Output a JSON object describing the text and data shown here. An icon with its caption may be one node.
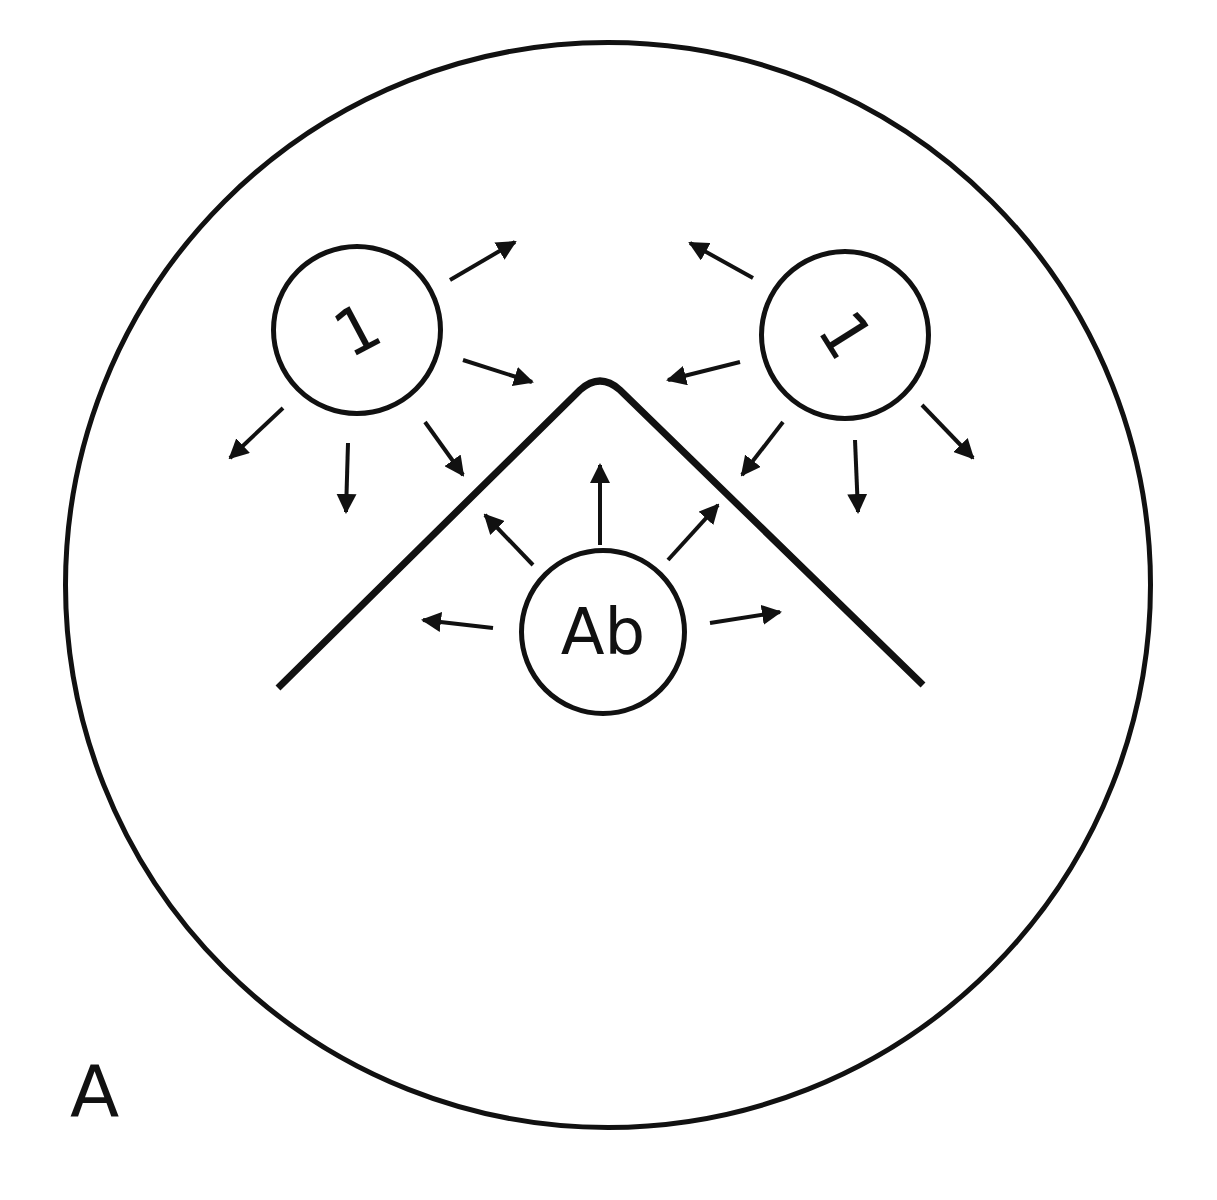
{
  "diagram": {
    "nodes": [
      {
        "text": [],
        "shape": "circle"
      },
      {
        "text": [
          "1"
        ],
        "in": 0
      },
      {
        "text": [
          "1"
        ],
        "in": 0
      },
      {
        "text": [
          "Ab"
        ],
        "in": 0
      }
    ],
    "labels": [
      "A"
    ]
  }
}
